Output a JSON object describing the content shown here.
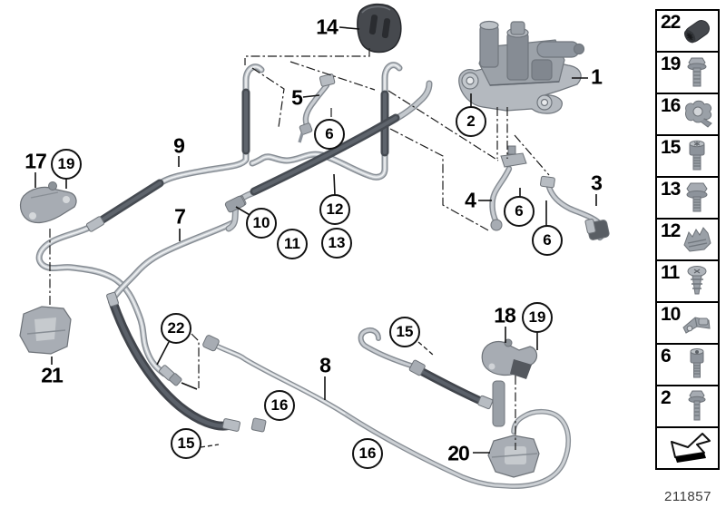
{
  "drawing_number": "211857",
  "colors": {
    "background": "#ffffff",
    "pipe_light": "#c3c8cd",
    "pipe_edge": "#868c93",
    "hose_dark": "#4a4f56",
    "part_gray": "#a8adb4",
    "line_black": "#141414"
  },
  "callouts": [
    {
      "id": "c14",
      "label": "14",
      "shape": "plain"
    },
    {
      "id": "c1",
      "label": "1",
      "shape": "plain"
    },
    {
      "id": "c5",
      "label": "5",
      "shape": "plain"
    },
    {
      "id": "c6a",
      "label": "6",
      "shape": "circled"
    },
    {
      "id": "c2",
      "label": "2",
      "shape": "circled"
    },
    {
      "id": "c9",
      "label": "9",
      "shape": "plain"
    },
    {
      "id": "c17",
      "label": "17",
      "shape": "plain"
    },
    {
      "id": "c19l",
      "label": "19",
      "shape": "circled"
    },
    {
      "id": "c7",
      "label": "7",
      "shape": "plain"
    },
    {
      "id": "c10",
      "label": "10",
      "shape": "circled"
    },
    {
      "id": "c11",
      "label": "11",
      "shape": "circled"
    },
    {
      "id": "c12",
      "label": "12",
      "shape": "circled"
    },
    {
      "id": "c13",
      "label": "13",
      "shape": "circled"
    },
    {
      "id": "c4",
      "label": "4",
      "shape": "plain"
    },
    {
      "id": "c6b",
      "label": "6",
      "shape": "circled"
    },
    {
      "id": "c3",
      "label": "3",
      "shape": "plain"
    },
    {
      "id": "c6c",
      "label": "6",
      "shape": "circled"
    },
    {
      "id": "c21",
      "label": "21",
      "shape": "plain"
    },
    {
      "id": "c22",
      "label": "22",
      "shape": "circled"
    },
    {
      "id": "c15a",
      "label": "15",
      "shape": "circled"
    },
    {
      "id": "c16a",
      "label": "16",
      "shape": "circled"
    },
    {
      "id": "c8",
      "label": "8",
      "shape": "plain"
    },
    {
      "id": "c15b",
      "label": "15",
      "shape": "circled"
    },
    {
      "id": "c18",
      "label": "18",
      "shape": "plain"
    },
    {
      "id": "c19r",
      "label": "19",
      "shape": "circled"
    },
    {
      "id": "c16b",
      "label": "16",
      "shape": "circled"
    },
    {
      "id": "c20",
      "label": "20",
      "shape": "plain"
    }
  ],
  "sidebar": {
    "items": [
      {
        "number": "22",
        "icon": "grommet-sleeve-icon"
      },
      {
        "number": "19",
        "icon": "flange-bolt-icon"
      },
      {
        "number": "16",
        "icon": "pipe-clamp-icon"
      },
      {
        "number": "15",
        "icon": "socket-screw-icon"
      },
      {
        "number": "13",
        "icon": "hex-bolt-washer-icon"
      },
      {
        "number": "12",
        "icon": "serrated-clip-icon"
      },
      {
        "number": "11",
        "icon": "rivet-screw-icon"
      },
      {
        "number": "10",
        "icon": "bracket-clip-icon"
      },
      {
        "number": "6",
        "icon": "cap-screw-icon"
      },
      {
        "number": "2",
        "icon": "flange-screw-icon"
      }
    ],
    "footer_icon": "direction-arrow-icon"
  }
}
